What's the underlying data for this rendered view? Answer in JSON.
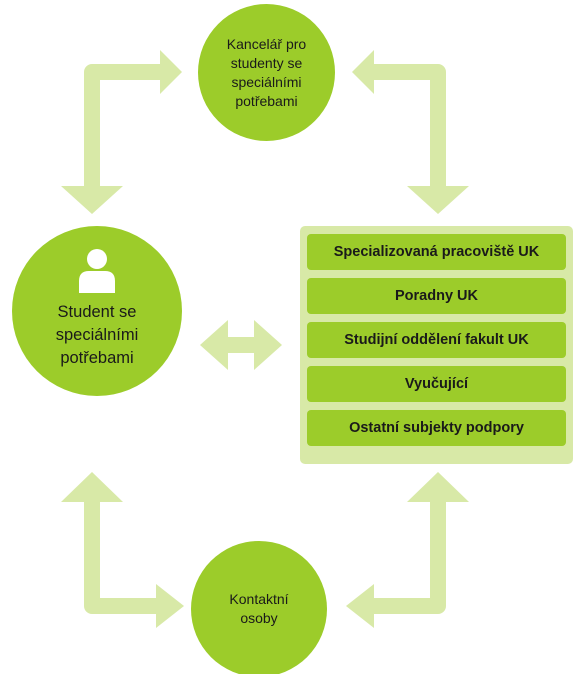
{
  "nodes": {
    "office": "Kancelář pro studenty se speciálními potřebami",
    "student": "Student se speciálními potřebami",
    "contact": "Kontaktní osoby"
  },
  "panel": {
    "items": [
      "Specializovaná pracoviště UK",
      "Poradny UK",
      "Studijní oddělení fakult UK",
      "Vyučující",
      "Ostatní subjekty podpory"
    ]
  },
  "colors": {
    "circle": "#9ccc2a",
    "panel_bg": "#d8e9a7",
    "arrow": "#d8e9a7",
    "text": "#1a1a1a"
  },
  "icons": {
    "student": "person-icon"
  }
}
